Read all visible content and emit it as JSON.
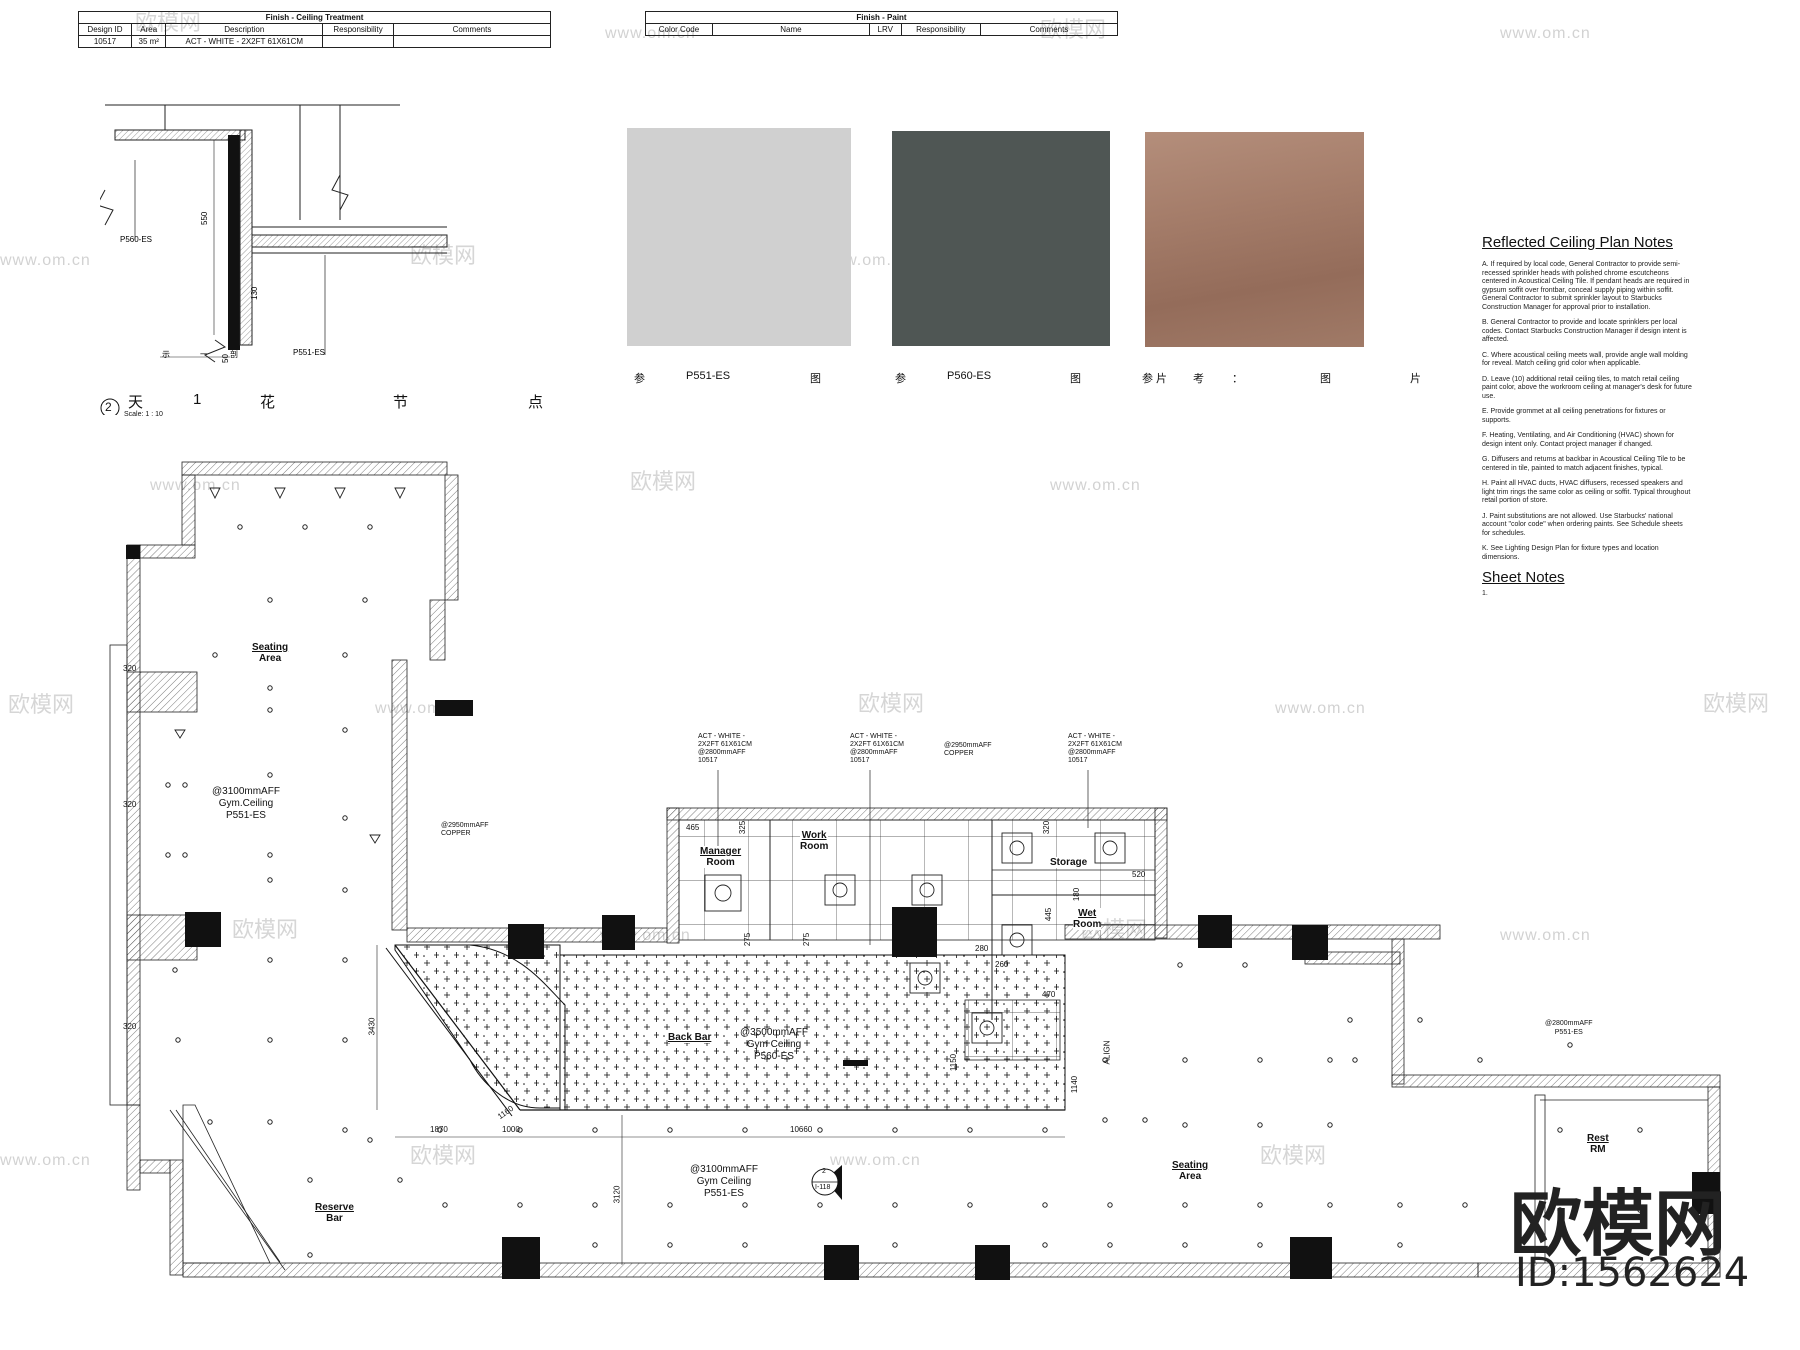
{
  "ceiling_schedule": {
    "title": "Finish - Ceiling Treatment",
    "headers": [
      "Design ID",
      "Area",
      "Description",
      "Responsibility",
      "Comments"
    ],
    "row": [
      "10517",
      "35 m²",
      "ACT - WHITE - 2X2FT 61X61CM",
      "",
      ""
    ]
  },
  "paint_schedule": {
    "title": "Finish - Paint",
    "headers": [
      "Color Code",
      "Name",
      "LRV",
      "Responsibility",
      "Comments"
    ]
  },
  "detail": {
    "number": "2",
    "title_chars": [
      "天",
      "1",
      "花",
      "节",
      "点"
    ],
    "scale": "Scale: 1 : 10",
    "dim_vertical": "550",
    "dim_small": "130",
    "dim_bottom": "50",
    "label_left": "P560-ES",
    "label_bottom": "P551-ES",
    "bottom_chars": [
      "示",
      "一",
      "剖"
    ]
  },
  "swatches": [
    {
      "code": "P551-ES",
      "color": "#d0d0d0",
      "pre": "参",
      "post": "图"
    },
    {
      "code": "P560-ES",
      "color": "#4f5654",
      "pre": "参",
      "post": "图"
    },
    {
      "code": "",
      "color": "#a47c68",
      "pre": "参",
      "post": "图"
    }
  ],
  "swatch3_caption": [
    "参",
    "片",
    "考",
    "：",
    "图",
    "片"
  ],
  "notes": {
    "title": "Reflected Ceiling Plan Notes",
    "items": [
      "A. If required by local code, General Contractor to provide semi-recessed sprinkler heads with polished chrome escutcheons centered in Acoustical Ceiling Tile. If pendant heads are required in gypsum soffit over frontbar, conceal supply piping within soffit. General Contractor to submit sprinkler layout to Starbucks Construction Manager for approval prior to installation.",
      "B. General Contractor to provide and locate sprinklers per local codes. Contact Starbucks Construction Manager if design intent is affected.",
      "C. Where acoustical ceiling meets wall, provide angle wall molding for reveal. Match ceiling grid color when applicable.",
      "D. Leave (10) additional retail ceiling tiles, to match retail ceiling paint color, above the workroom ceiling at manager's desk for future use.",
      "E. Provide grommet at all ceiling penetrations for fixtures or supports.",
      "F. Heating, Ventilating, and Air Conditioning (HVAC) shown for design intent only. Contact project manager if changed.",
      "G. Diffusers and returns at backbar in Acoustical Ceiling Tile to be centered in tile, painted to match adjacent finishes, typical.",
      "H. Paint all HVAC ducts, HVAC diffusers, recessed speakers and light trim rings the same color as ceiling or soffit. Typical throughout retail portion of store.",
      "J. Paint substitutions are not allowed. Use Starbucks' national account \"color code\" when ordering paints. See Schedule sheets for schedules.",
      "K. See Lighting Design Plan for fixture types and location dimensions."
    ],
    "sheet_title": "Sheet Notes",
    "sheet_items": [
      "1."
    ]
  },
  "plan": {
    "rooms": {
      "seating_left": [
        "Seating",
        "Area"
      ],
      "seating_right": [
        "Seating",
        "Area"
      ],
      "manager": [
        "Manager",
        "Room"
      ],
      "work": [
        "Work",
        "Room"
      ],
      "storage": "Storage",
      "wet": [
        "Wet",
        "Room"
      ],
      "back_bar": "Back Bar",
      "reserve_bar": [
        "Reserve",
        "Bar"
      ],
      "rest": [
        "Rest",
        "RM"
      ]
    },
    "ceiling_tags": {
      "left": [
        "@3100mmAFF",
        "Gym.Ceiling",
        "P551-ES"
      ],
      "bottom": [
        "@3100mmAFF",
        "Gym Ceiling",
        "P551-ES"
      ],
      "backbar": [
        "@3500mmAFF",
        "Gym Ceiling",
        "P560-ES"
      ],
      "right": [
        "@2800mmAFF",
        "P551-ES"
      ],
      "copper_left": [
        "@2950mmAFF",
        "COPPER"
      ],
      "copper_mid": [
        "@2950mmAFF",
        "COPPER"
      ]
    },
    "act_callouts": [
      [
        "ACT - WHITE -",
        "2X2FT 61X61CM",
        "@2800mmAFF",
        "10517"
      ],
      [
        "ACT - WHITE -",
        "2X2FT 61X61CM",
        "@2800mmAFF",
        "10517"
      ],
      [
        "ACT - WHITE -",
        "2X2FT 61X61CM",
        "@2800mmAFF",
        "10517"
      ]
    ],
    "dims": {
      "d320a": "320",
      "d320b": "320",
      "d320c": "320",
      "d3430": "3430",
      "d1870": "1870",
      "d1000": "1000",
      "d10660": "10660",
      "d3120": "3120",
      "d465": "465",
      "d325": "325",
      "d320d": "320",
      "d520": "520",
      "d445": "445",
      "d280": "280",
      "d260": "260",
      "d470": "470",
      "d1150": "1150",
      "d1160": "1160",
      "d1140": "1140",
      "align": "ALIGN",
      "d275a": "275",
      "d275b": "275",
      "d180": "180"
    },
    "section_marker": {
      "num": "2",
      "ref": "I-118"
    }
  },
  "watermark": {
    "brand": "欧模网",
    "url": "www.om.cn",
    "id": "ID:1562624"
  }
}
